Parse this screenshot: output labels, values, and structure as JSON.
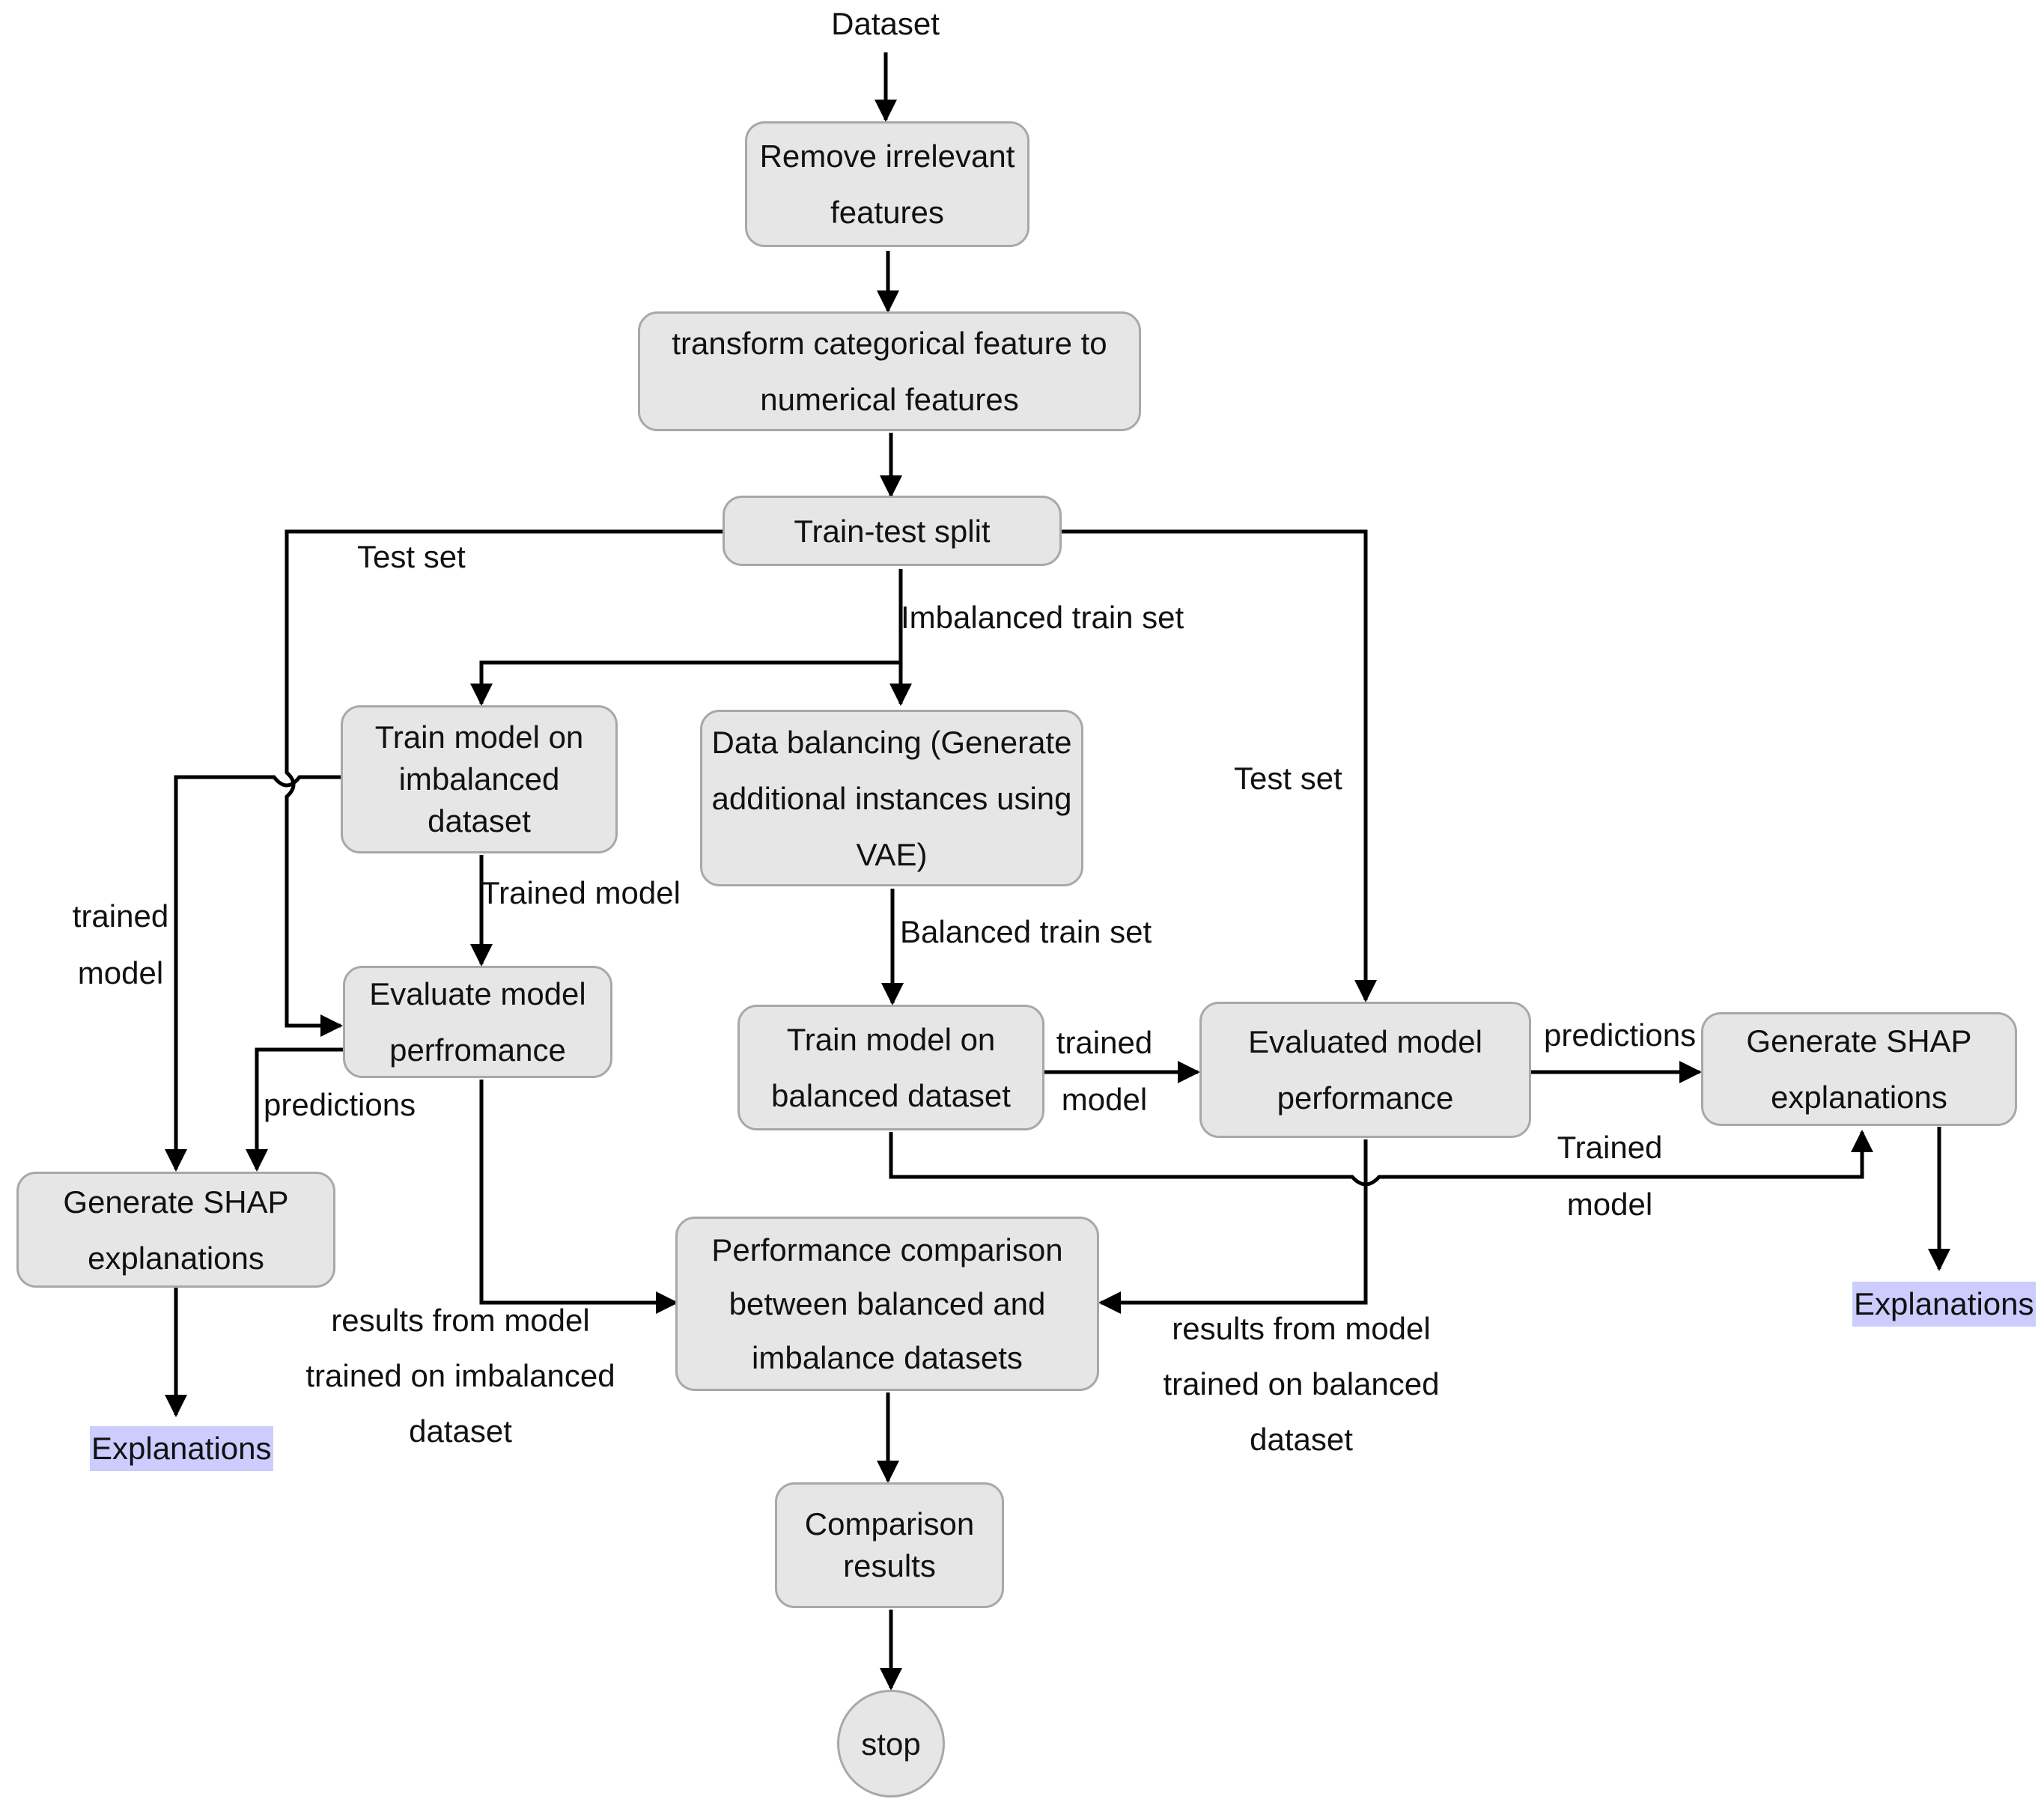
{
  "nodes": {
    "dataset": "Dataset",
    "remove_irrelevant": "Remove irrelevant\nfeatures",
    "transform_categorical": "transform categorical feature to\nnumerical features",
    "train_test_split": "Train-test split",
    "train_imbalanced": "Train model on\nimbalanced dataset",
    "data_balancing": "Data balancing (Generate\nadditional instances using\nVAE)",
    "evaluate_left": "Evaluate model\nperfromance",
    "train_balanced": "Train model on\nbalanced dataset",
    "evaluated_right": "Evaluated model\nperformance",
    "shap_right": "Generate SHAP\nexplanations",
    "shap_left": "Generate SHAP\nexplanations",
    "performance_comparison": "Performance comparison\nbetween balanced and\nimbalance datasets",
    "comparison_results": "Comparison\nresults",
    "stop": "stop",
    "explanations_left": "Explanations",
    "explanations_right": "Explanations"
  },
  "edge_labels": {
    "test_set_left": "Test set",
    "imbalanced_train_set": "Imbalanced train set",
    "test_set_right": "Test set",
    "trained_model_left": "trained\nmodel",
    "trained_model_mid": "Trained model",
    "balanced_train_set": "Balanced train set",
    "trained_model_balanced": "trained\nmodel",
    "predictions_right": "predictions",
    "predictions_left": "predictions",
    "trained_model_right": "Trained\nmodel",
    "results_imbalanced": "results from model\ntrained on imbalanced\ndataset",
    "results_balanced": "results from model\ntrained on balanced\ndataset"
  },
  "colors": {
    "box_fill": "#e6e6e6",
    "box_border": "#a8a8a8",
    "edge": "#000000",
    "highlight": "#ccccff"
  }
}
